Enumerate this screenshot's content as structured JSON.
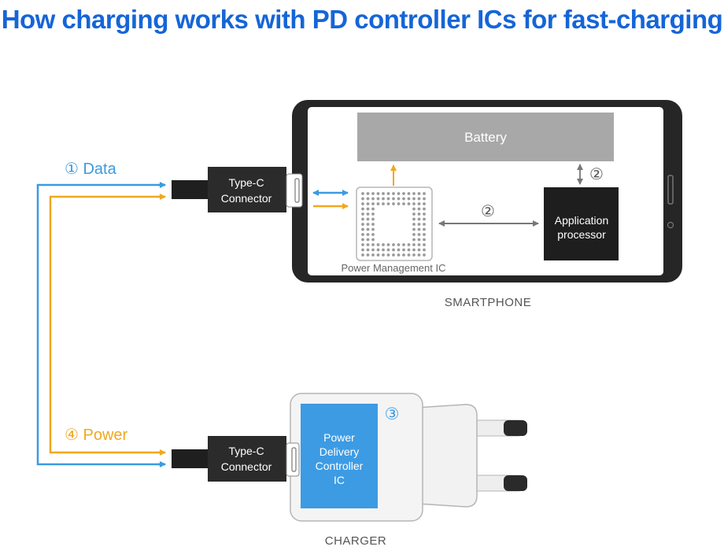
{
  "title": "How charging works with PD controller ICs for fast-charging",
  "labels": {
    "data": "① Data",
    "power": "④ Power",
    "connector_line1": "Type-C",
    "connector_line2": "Connector",
    "battery": "Battery",
    "pmic": "Power Management IC",
    "step2": "②",
    "ap_line1": "Application",
    "ap_line2": "processor",
    "smartphone": "SMARTPHONE",
    "step3": "③",
    "pd_line1": "Power",
    "pd_line2": "Delivery",
    "pd_line3": "Controller",
    "pd_line4": "IC",
    "charger": "CHARGER"
  },
  "colors": {
    "title": "#1565d8",
    "data_line": "#3a9be0",
    "power_line": "#f0a81e",
    "pd_ic": "#3d9be3",
    "battery": "#a8a8a8",
    "ap": "#222222",
    "phone": "#222222"
  }
}
